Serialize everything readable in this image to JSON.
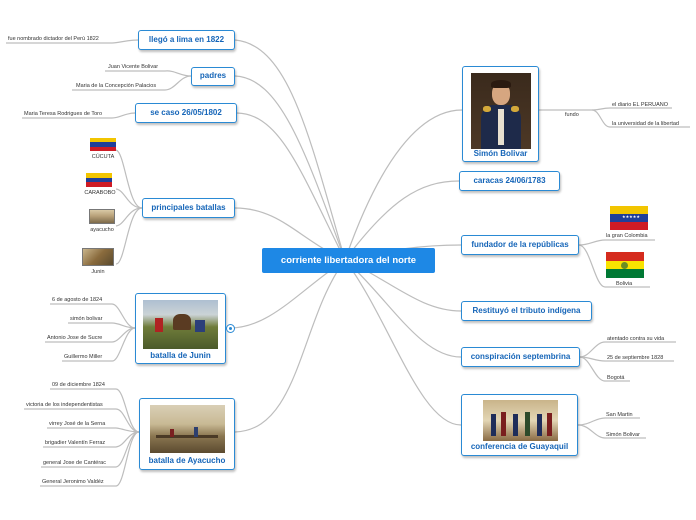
{
  "central": "corriente libertadora del norte",
  "left": {
    "lima": {
      "title": "llegó a lima en 1822",
      "items": [
        "fue nombrado dictador del Perú 1822"
      ]
    },
    "padres": {
      "title": "padres",
      "items": [
        "Juan Vicente Bolivar",
        "Maria de la Concepción Palacios"
      ]
    },
    "caso": {
      "title": "se caso 26/05/1802",
      "items": [
        "Maria Teresa Rodrigues de Toro"
      ]
    },
    "batallas": {
      "title": "principales batallas",
      "items": [
        "CÚCUTA",
        "CARABOBO",
        "ayacucho",
        "Junin"
      ]
    },
    "junin": {
      "title": "batalla de Junin",
      "items": [
        "6 de agosto de 1824",
        "simón bolivar",
        "Antonio Jose de Sucre",
        "Guillermo Miller"
      ]
    },
    "ayacucho": {
      "title": "batalla de Ayacucho",
      "items": [
        "09 de diciembre 1824",
        "victoria de los independentistas",
        "virrey José de la Serna",
        "brigadier Valentín Ferraz",
        "general Jose de Cantérac",
        "General Jeronimo Valdéz"
      ]
    }
  },
  "right": {
    "simon": {
      "title": "Simón Bolivar",
      "sub": "fundo",
      "items": [
        "el diario EL PERUANO",
        "la universidad de la libertad"
      ]
    },
    "caracas": {
      "title": "caracas 24/06/1783"
    },
    "fundador": {
      "title": "fundador de la repúblicas",
      "items": [
        "la gran Colombia",
        "Bolivia"
      ]
    },
    "restituyo": {
      "title": "Restituyó el tributo indígena"
    },
    "conspiracion": {
      "title": "conspiración septembrina",
      "items": [
        "atentado contra su vida",
        "25 de septiembre 1828",
        "Bogotá"
      ]
    },
    "guayaquil": {
      "title": "conferencia de Guayaquil",
      "items": [
        "San Martin",
        "Simón Bolivar"
      ]
    }
  },
  "colors": {
    "accent": "#1e88e5",
    "border": "#2a8ad4",
    "link": "#b8b8b8"
  }
}
